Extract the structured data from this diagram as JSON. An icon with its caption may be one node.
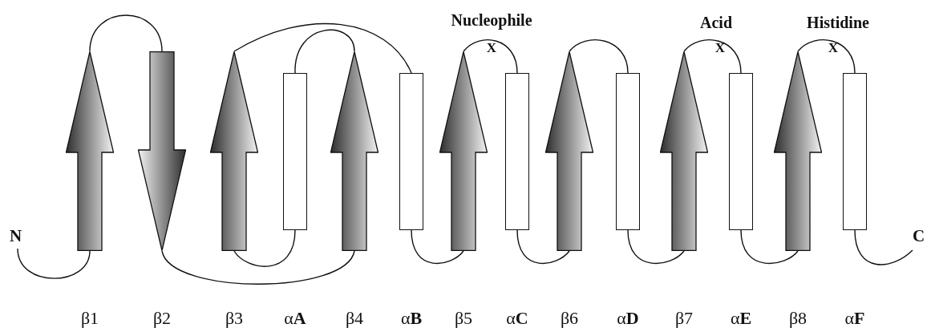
{
  "diagram": {
    "nodes": [
      {
        "text": [
          "N"
        ]
      },
      {
        "text": [],
        "shape": "arrow"
      },
      {
        "text": [],
        "shape": "arrow"
      },
      {
        "text": [],
        "shape": "arrow"
      },
      {
        "text": [],
        "shape": "box"
      },
      {
        "text": [],
        "shape": "arrow"
      },
      {
        "text": [],
        "shape": "box"
      },
      {
        "text": [],
        "shape": "arrow"
      },
      {
        "text": [],
        "shape": "box"
      },
      {
        "text": [],
        "shape": "arrow"
      },
      {
        "text": [],
        "shape": "box"
      },
      {
        "text": [],
        "shape": "arrow"
      },
      {
        "text": [],
        "shape": "box"
      },
      {
        "text": [],
        "shape": "arrow"
      },
      {
        "text": [],
        "shape": "box"
      },
      {
        "text": [
          "C"
        ]
      }
    ],
    "edges": [
      {
        "from": 0,
        "to": 1,
        "arrow": "none"
      },
      {
        "from": 1,
        "to": 2,
        "arrow": "none"
      },
      {
        "from": 2,
        "to": 5,
        "arrow": "none"
      },
      {
        "from": 3,
        "to": 4,
        "arrow": "none"
      },
      {
        "from": 3,
        "to": 6,
        "arrow": "none"
      },
      {
        "from": 4,
        "to": 5,
        "arrow": "none"
      },
      {
        "from": 6,
        "to": 7,
        "arrow": "none"
      },
      {
        "from": 7,
        "to": 8,
        "arrow": "none"
      },
      {
        "from": 8,
        "to": 9,
        "arrow": "none"
      },
      {
        "from": 9,
        "to": 10,
        "arrow": "none"
      },
      {
        "from": 10,
        "to": 11,
        "arrow": "none"
      },
      {
        "from": 11,
        "to": 12,
        "arrow": "none"
      },
      {
        "from": 12,
        "to": 13,
        "arrow": "none"
      },
      {
        "from": 13,
        "to": 14,
        "arrow": "none"
      },
      {
        "from": 14,
        "to": 15,
        "arrow": "none"
      }
    ],
    "labels": [
      "Nucleophile",
      "X",
      "Acid",
      "X",
      "Histidine",
      "X",
      "β1",
      "β2",
      "β3",
      "α**A**",
      "β4",
      "α**B**",
      "β5",
      "α**C**",
      "β6",
      "α**D**",
      "β7",
      "α**E**",
      "β8",
      "α**F**"
    ]
  }
}
